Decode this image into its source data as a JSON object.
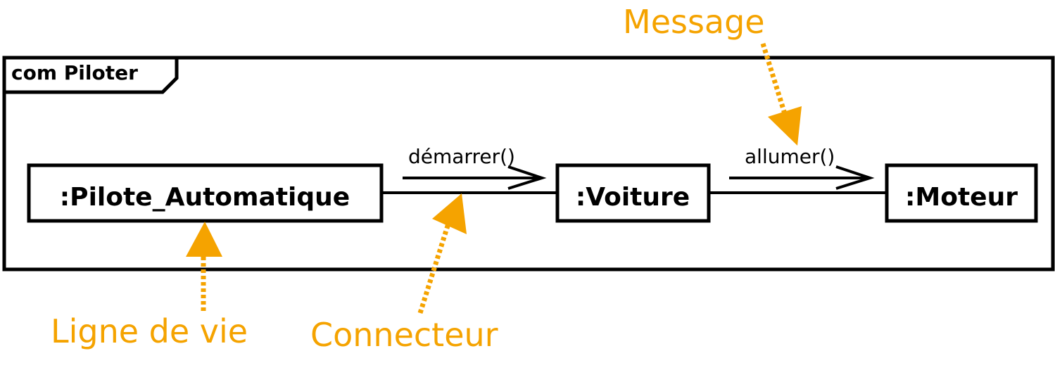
{
  "frame": {
    "title": "com Piloter"
  },
  "lifelines": {
    "pilote": ":Pilote_Automatique",
    "voiture": ":Voiture",
    "moteur": ":Moteur"
  },
  "messages": {
    "demarrer": "démarrer()",
    "allumer": "allumer()"
  },
  "annotations": {
    "message": "Message",
    "lifeline": "Ligne de vie",
    "connector": "Connecteur"
  },
  "colors": {
    "annotation": "#f5a300",
    "diagram": "#000000"
  }
}
